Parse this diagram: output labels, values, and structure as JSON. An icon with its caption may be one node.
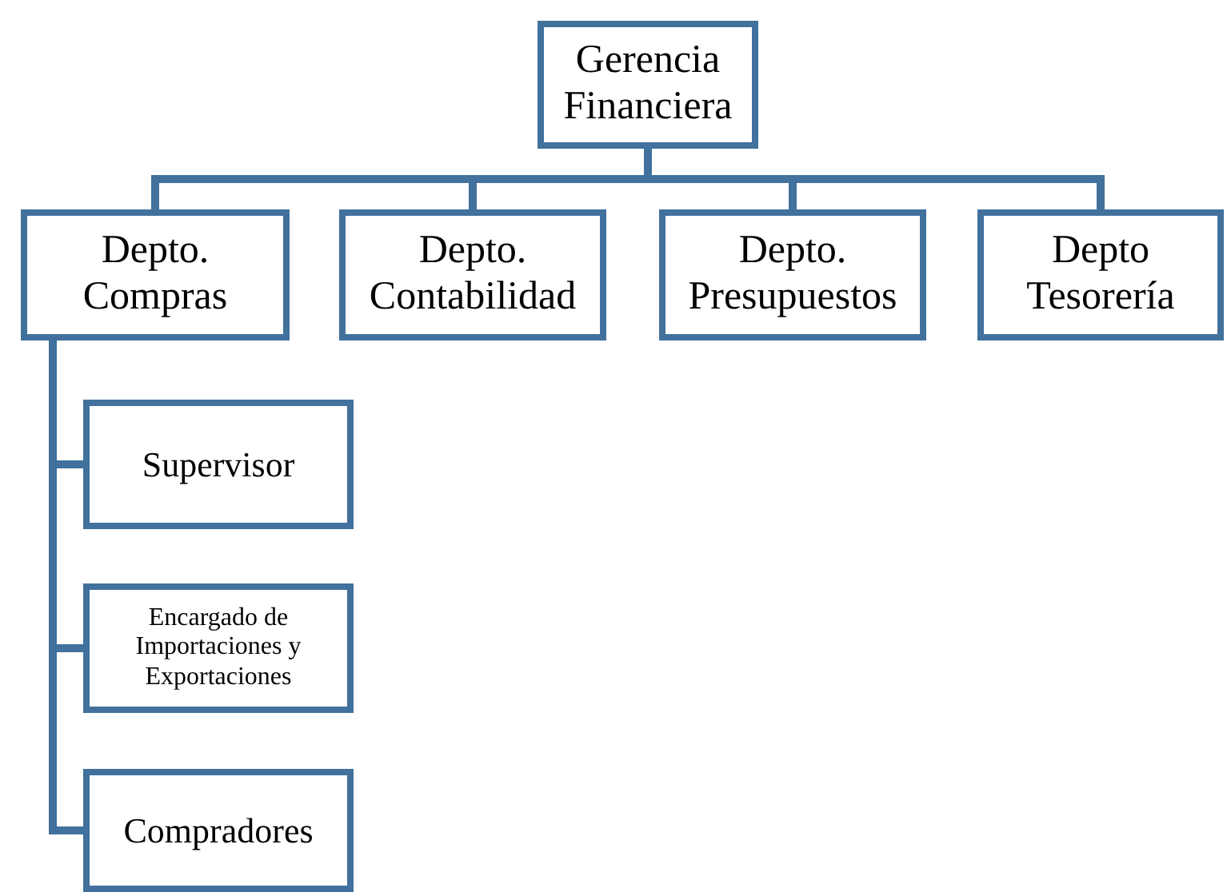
{
  "diagram": {
    "nodes": [
      {
        "text": [
          "Gerencia Financiera"
        ]
      },
      {
        "text": [
          "Depto. Compras"
        ]
      },
      {
        "text": [
          "Depto. Contabilidad"
        ]
      },
      {
        "text": [
          "Depto. Presupuestos"
        ]
      },
      {
        "text": [
          "Depto Tesorería"
        ]
      },
      {
        "text": [
          "Supervisor"
        ]
      },
      {
        "text": [
          "Encargado de Importaciones y Exportaciones"
        ]
      },
      {
        "text": [
          "Compradores"
        ]
      }
    ],
    "edges": [
      {
        "from": 0,
        "to": 1,
        "arrow": "none"
      },
      {
        "from": 0,
        "to": 2,
        "arrow": "none"
      },
      {
        "from": 0,
        "to": 3,
        "arrow": "none"
      },
      {
        "from": 0,
        "to": 4,
        "arrow": "none"
      },
      {
        "from": 1,
        "to": 5,
        "arrow": "none"
      },
      {
        "from": 1,
        "to": 6,
        "arrow": "none"
      },
      {
        "from": 1,
        "to": 7,
        "arrow": "none"
      }
    ]
  }
}
